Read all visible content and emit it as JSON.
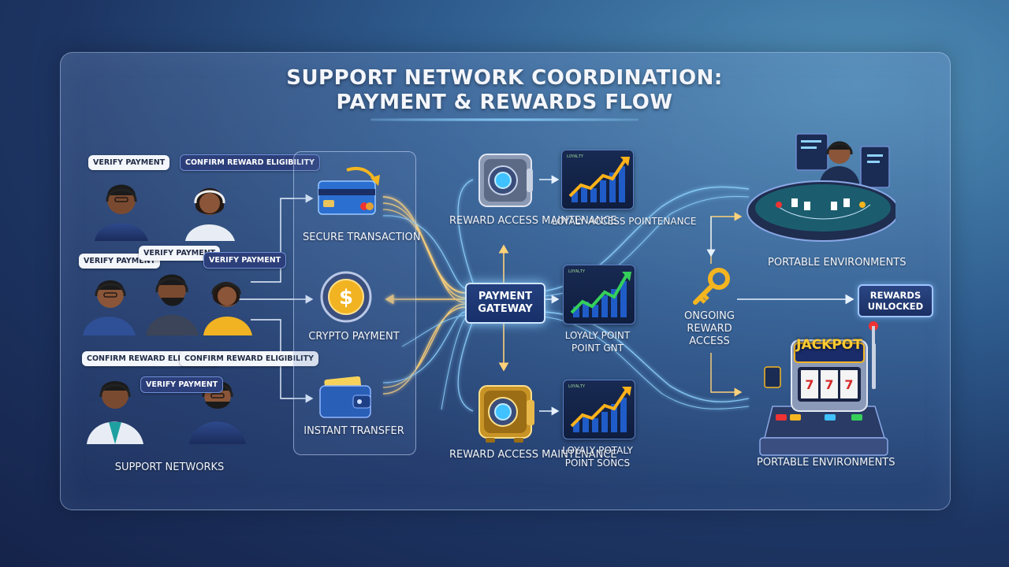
{
  "title": {
    "line1": "SUPPORT NETWORK COORDINATION:",
    "line2": "PAYMENT & REWARDS FLOW"
  },
  "support": {
    "caption": "SUPPORT NETWORKS",
    "bubbles": [
      "VERIFY PAYMENT",
      "CONFIRM REWARD ELIGIBILITY",
      "VERIFY PAYMENT",
      "VERIFY PAYMENT",
      "VERIFY PAYMENT",
      "CONFIRM REWARD ELIGIBILITY",
      "CONFIRM REWARD ELIGIBILITY",
      "VERIFY PAYMENT"
    ]
  },
  "methods": {
    "secure": "SECURE TRANSACTION",
    "crypto": "CRYPTO PAYMENT",
    "instant": "INSTANT TRANSFER"
  },
  "gateway": {
    "label": "PAYMENT GATEWAY"
  },
  "vaults": {
    "top": "REWARD ACCESS MAINTENANCE",
    "bottom": "REWARD ACCESS MAINTENANCE"
  },
  "charts": {
    "top": "LOYALY ACCESS POINTENANCE",
    "middle": "LOYALY POINT POINT GNT",
    "bottom": "LOYALY POTALY POINT SONCS",
    "header_text": "LOYALTY"
  },
  "key": {
    "label": "ONGOING REWARD ACCESS"
  },
  "environments": {
    "top": "PORTABLE ENVIRONMENTS",
    "bottom": "PORTABLE ENVIRONMENTS",
    "slot_marquee": "JACKPOT"
  },
  "rewards": {
    "label": "REWARDS UNLOCKED"
  },
  "colors": {
    "bg_dark": "#15234a",
    "bg_light": "#4f8fb7",
    "flow_blue": "#8fd3ff",
    "flow_gold": "#ffd27a",
    "chart_green": "#35d05a",
    "chart_gold": "#ffb21a"
  }
}
